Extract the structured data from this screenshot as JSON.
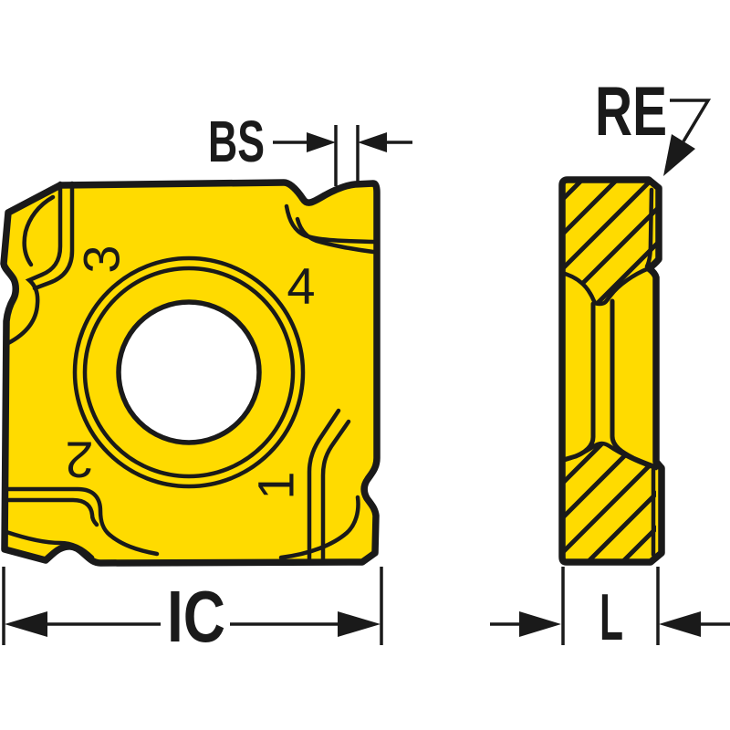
{
  "drawing": {
    "dimension_labels": {
      "bs": "BS",
      "ic": "IC",
      "l": "L",
      "re": "RE"
    },
    "face_numbers": {
      "n1": "1",
      "n2": "2",
      "n3": "3",
      "n4": "4"
    },
    "colors": {
      "insert": "#FFDB00",
      "line": "#1A1A1A",
      "background": "#FFFFFF"
    }
  }
}
